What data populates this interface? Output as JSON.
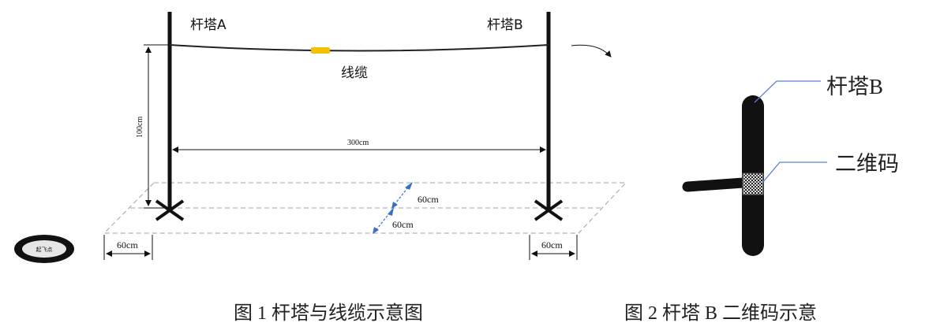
{
  "fig1": {
    "tower_a_label": "杆塔A",
    "tower_b_label": "杆塔B",
    "cable_label": "线缆",
    "height_label": "100cm",
    "span_label": "300cm",
    "gap_label_1": "60cm",
    "gap_label_2": "60cm",
    "left_offset_label": "60cm",
    "right_offset_label": "60cm",
    "takeoff_label": "起飞点",
    "caption": "图 1  杆塔与线缆示意图"
  },
  "fig2": {
    "tower_label": "杆塔B",
    "qr_label": "二维码",
    "caption": "图 2  杆塔 B 二维码示意"
  },
  "colors": {
    "cable_marker": "#f2c200",
    "dimension_blue": "#3a6fc4",
    "callout_blue": "#5b7fd6",
    "dashed": "#9aa3b0"
  }
}
